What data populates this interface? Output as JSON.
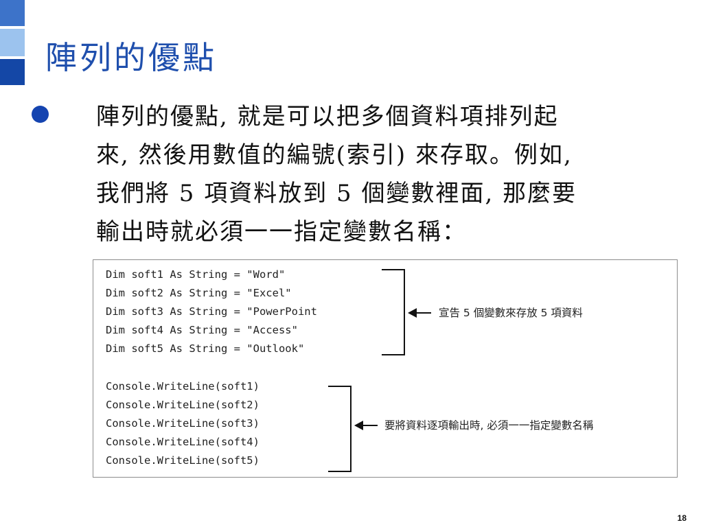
{
  "slide": {
    "title": "陣列的優點",
    "body_lines": [
      "陣列的優點, 就是可以把多個資料項排列起",
      "來, 然後用數值的編號(索引) 來存取。例如,",
      "我們將 5 項資料放到 5 個變數裡面, 那麼要",
      "輸出時就必須一一指定變數名稱："
    ],
    "code": {
      "declarations": [
        "Dim soft1 As String = \"Word\"",
        "Dim soft2 As String = \"Excel\"",
        "Dim soft3 As String = \"PowerPoint",
        "Dim soft4 As String = \"Access\"",
        "Dim soft5 As String = \"Outlook\""
      ],
      "outputs": [
        "Console.WriteLine(soft1)",
        "Console.WriteLine(soft2)",
        "Console.WriteLine(soft3)",
        "Console.WriteLine(soft4)",
        "Console.WriteLine(soft5)"
      ],
      "note_declare": "宣告 5 個變數來存放 5 項資料",
      "note_output": "要將資料逐項輸出時, 必須一一指定變數名稱"
    },
    "page_number": "18",
    "colors": {
      "title": "#1f4fad",
      "bullet": "#1544b0",
      "deco_mid": "#3d73c9",
      "deco_light": "#9cc3ee",
      "deco_dark": "#1447a6"
    }
  }
}
